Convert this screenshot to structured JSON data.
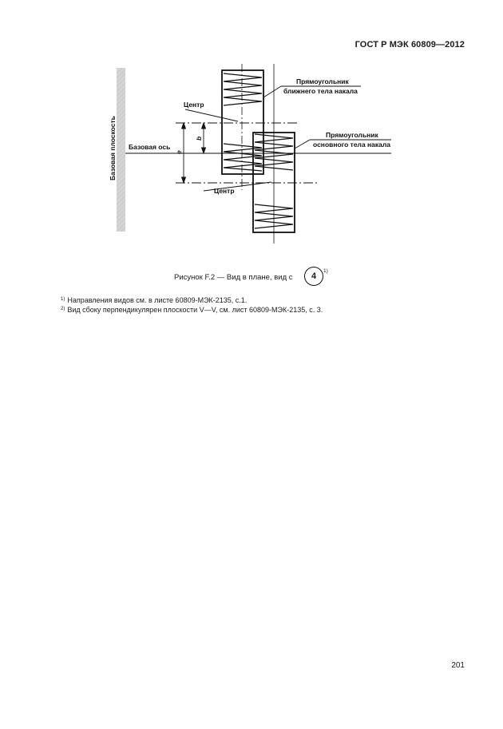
{
  "header": {
    "doc_id": "ГОСТ Р МЭК 60809—2012"
  },
  "figure": {
    "labels": {
      "base_plane": "Базовая плоскость",
      "base_axis": "Базовая ось",
      "center_top": "Центр",
      "center_bottom": "Центр",
      "rect_near_line1": "Прямоугольник",
      "rect_near_line2": "ближнего тела накала",
      "rect_main_line1": "Прямоугольник",
      "rect_main_line2": "основного тела накала",
      "dim_e": "e",
      "dim_b": "b"
    },
    "caption_text": "Рисунок F.2 — Вид в плане, вид с",
    "caption_circle": "4",
    "caption_sup": "1)"
  },
  "footnotes": [
    {
      "mark": "1)",
      "text": "Направления видов см. в листе 60809-МЭК-2135, с.1."
    },
    {
      "mark": "2)",
      "text": "Вид сбоку перпендикулярен плоскости V—V, см. лист 60809-МЭК-2135, с. 3."
    }
  ],
  "page_number": "201"
}
